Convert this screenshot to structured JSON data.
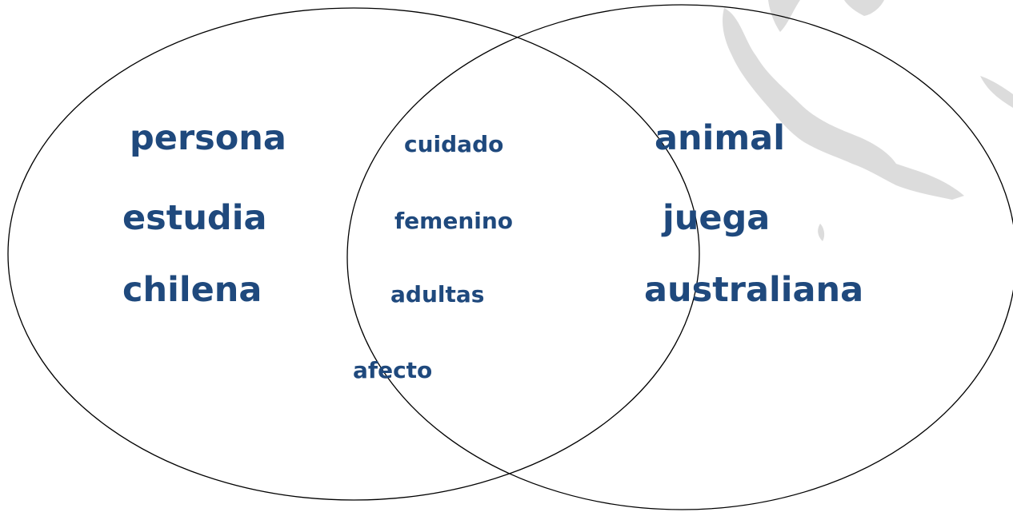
{
  "text_color": "#1f497d",
  "line_color": "#000000",
  "map_color": "#c8c8c8",
  "left_set": {
    "words": [
      "persona",
      "estudia",
      "chilena"
    ]
  },
  "intersection": {
    "words": [
      "cuidado",
      "femenino",
      "adultas",
      "afecto"
    ]
  },
  "right_set": {
    "words": [
      "animal",
      "juega",
      "australiana"
    ]
  }
}
